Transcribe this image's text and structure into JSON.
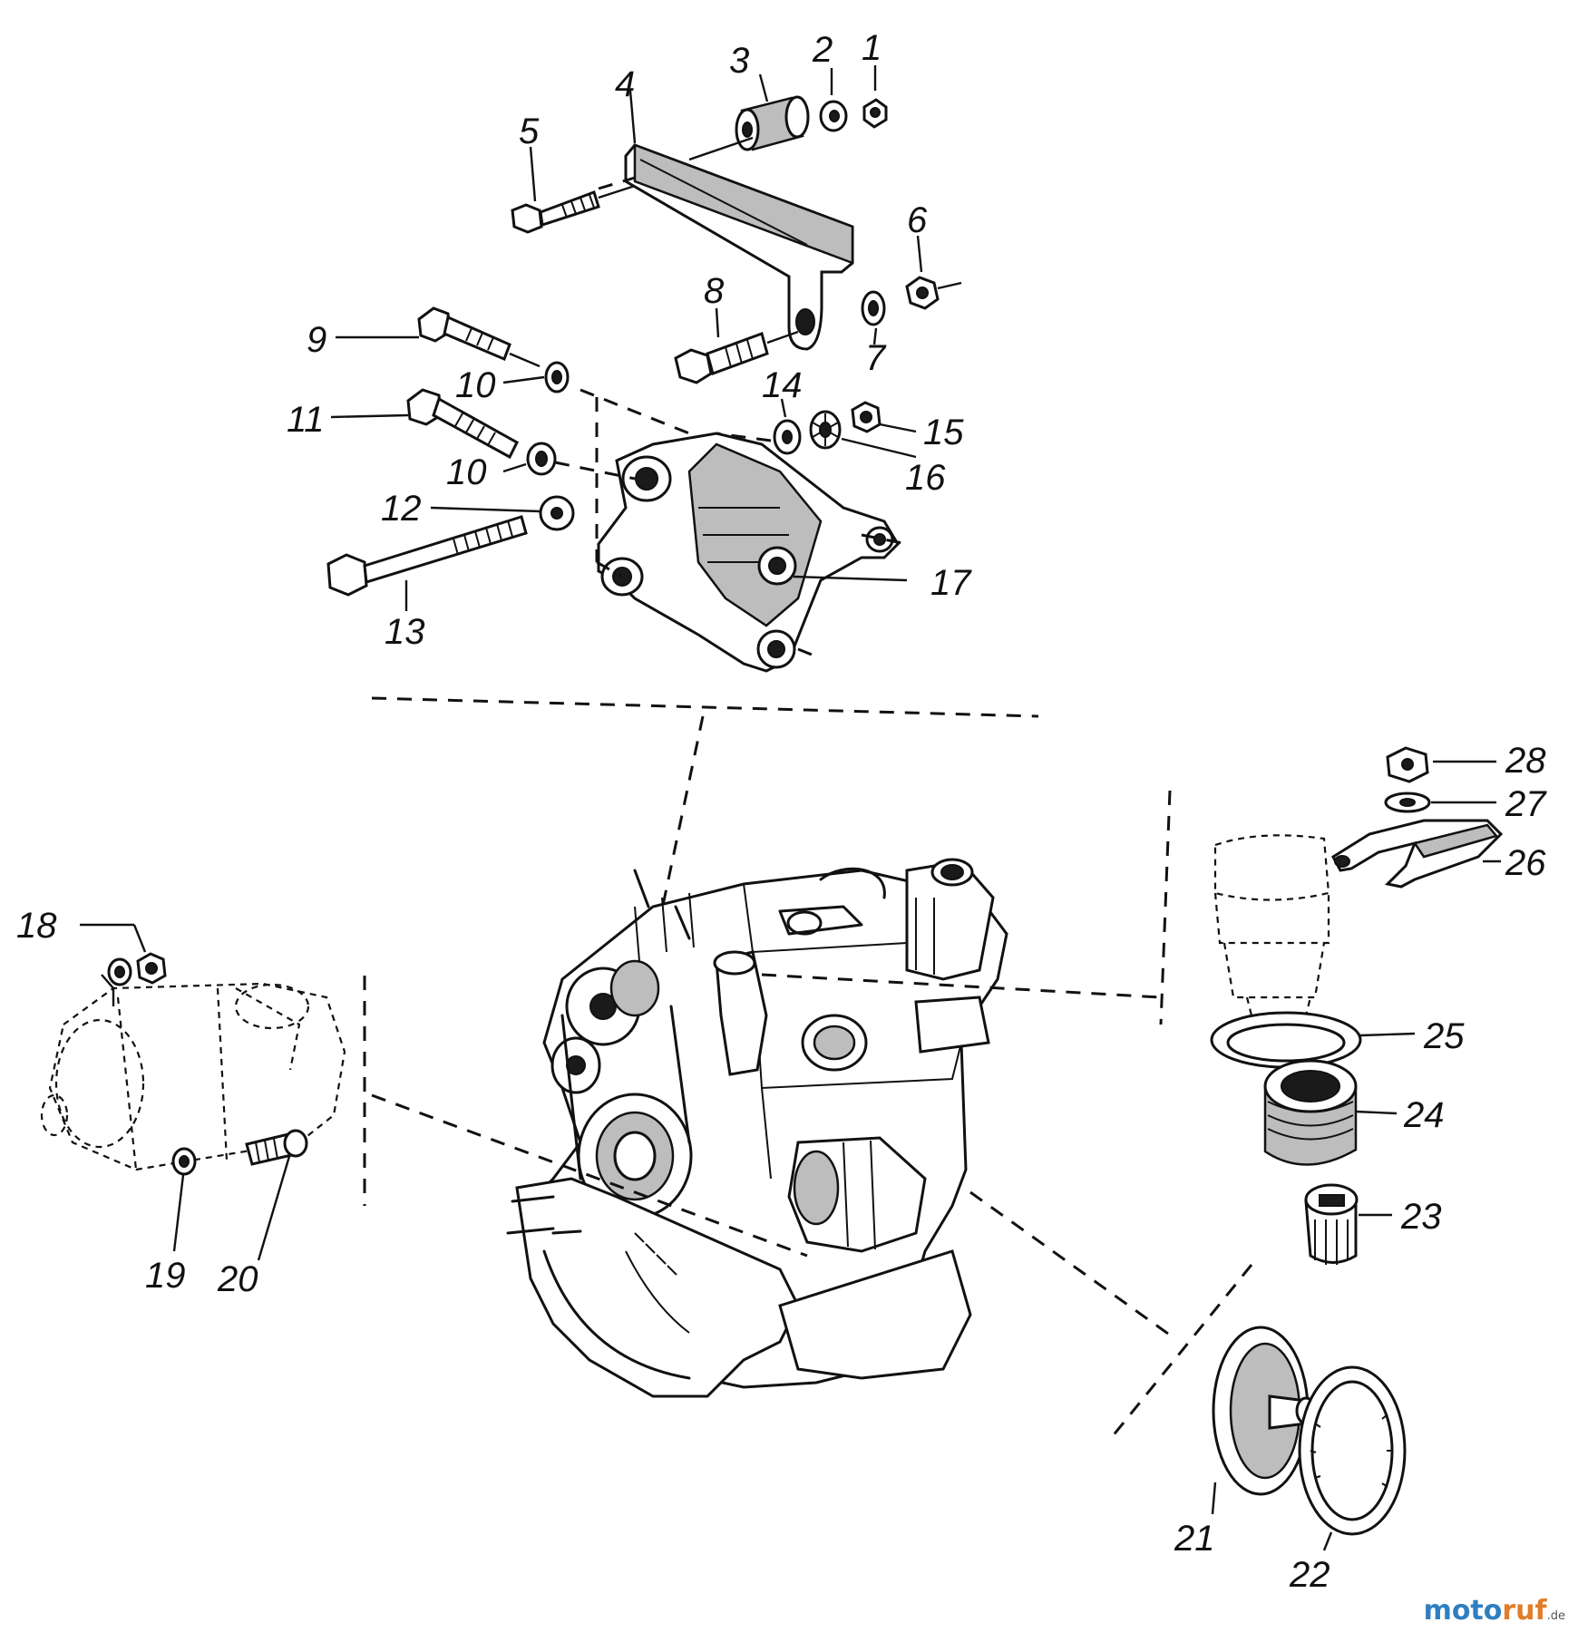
{
  "diagram": {
    "callouts": [
      "1",
      "2",
      "3",
      "4",
      "5",
      "6",
      "7",
      "8",
      "9",
      "10",
      "10",
      "11",
      "12",
      "13",
      "14",
      "15",
      "16",
      "17",
      "18",
      "19",
      "20",
      "21",
      "22",
      "23",
      "24",
      "25",
      "26",
      "27",
      "28"
    ]
  },
  "watermark": {
    "part1": "moto",
    "part2": "ruf",
    "suffix": ".de"
  }
}
